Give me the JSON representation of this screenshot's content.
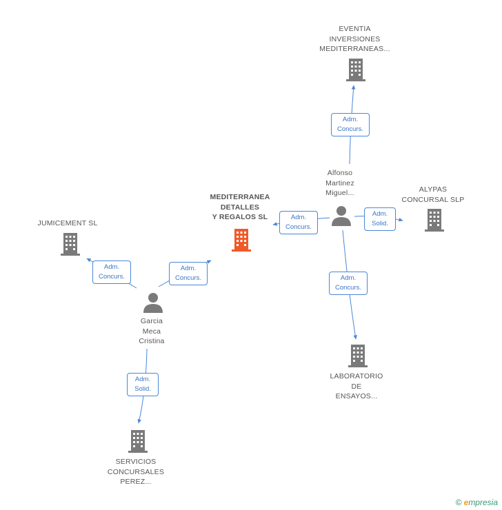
{
  "colors": {
    "edge": "#4a86d8",
    "company_icon": "#7a7a7a",
    "main_company_icon": "#f05a28",
    "person_icon": "#7a7a7a"
  },
  "nodes": {
    "eventia": {
      "type": "company",
      "lines": [
        "EVENTIA",
        "INVERSIONES",
        "MEDITERRANEAS..."
      ],
      "icon": "building-icon"
    },
    "alfonso": {
      "type": "person",
      "lines": [
        "Alfonso",
        "Martinez",
        "Miguel..."
      ],
      "icon": "person-icon"
    },
    "alypas": {
      "type": "company",
      "lines": [
        "ALYPAS",
        "CONCURSAL SLP"
      ],
      "icon": "building-icon"
    },
    "mediterranea": {
      "type": "main-company",
      "lines": [
        "MEDITERRANEA",
        "DETALLES",
        "Y REGALOS SL"
      ],
      "icon": "building-icon"
    },
    "jumicement": {
      "type": "company",
      "lines": [
        "JUMICEMENT SL"
      ],
      "icon": "building-icon"
    },
    "garcia": {
      "type": "person",
      "lines": [
        "Garcia",
        "Meca",
        "Cristina"
      ],
      "icon": "person-icon"
    },
    "laboratorio": {
      "type": "company",
      "lines": [
        "LABORATORIO",
        "DE",
        "ENSAYOS..."
      ],
      "icon": "building-icon"
    },
    "servicios": {
      "type": "company",
      "lines": [
        "SERVICIOS",
        "CONCURSALES",
        "PEREZ..."
      ],
      "icon": "building-icon"
    }
  },
  "edges": {
    "alfonso_eventia": [
      "Adm.",
      "Concurs."
    ],
    "alfonso_mediterranea": [
      "Adm.",
      "Concurs."
    ],
    "alfonso_alypas": [
      "Adm.",
      "Solid."
    ],
    "alfonso_laboratorio": [
      "Adm.",
      "Concurs."
    ],
    "garcia_jumicement": [
      "Adm.",
      "Concurs."
    ],
    "garcia_mediterranea": [
      "Adm.",
      "Concurs."
    ],
    "garcia_servicios": [
      "Adm.",
      "Solid."
    ]
  },
  "footer": {
    "copyright": "©",
    "brand_initial": "e",
    "brand_rest": "mpresia"
  }
}
